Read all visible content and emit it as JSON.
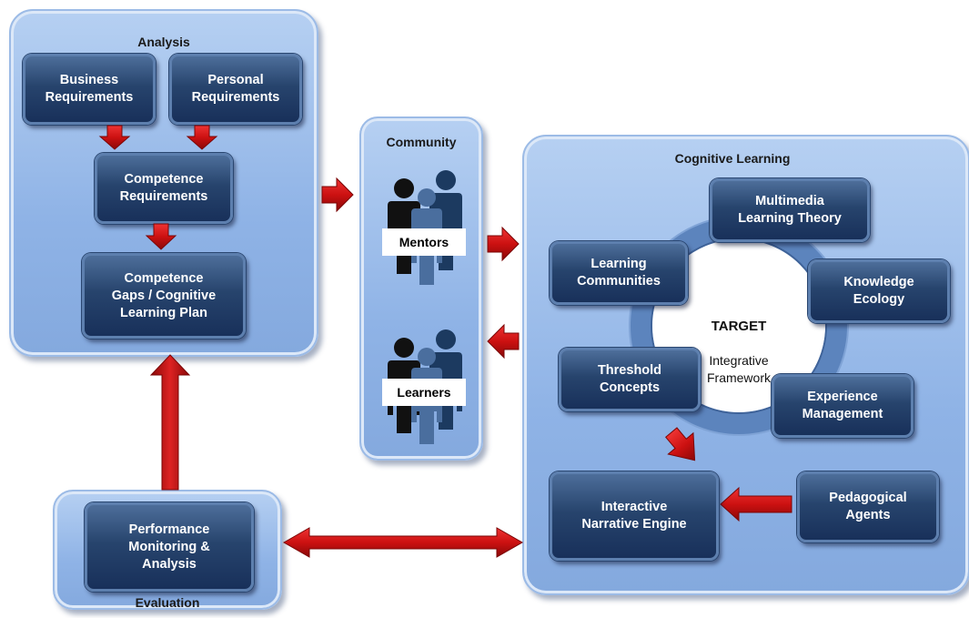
{
  "analysis": {
    "title": "Analysis",
    "business": "Business\nRequirements",
    "personal": "Personal\nRequirements",
    "competence_req": "Competence\nRequirements",
    "competence_gaps": "Competence\nGaps / Cognitive\nLearning Plan"
  },
  "community": {
    "title": "Community",
    "mentors": "Mentors",
    "learners": "Learners"
  },
  "cognitive": {
    "title": "Cognitive Learning",
    "center_line1": "TARGET",
    "center_line2": "Integrative\nFramework",
    "multimedia": "Multimedia\nLearning Theory",
    "communities": "Learning\nCommunities",
    "knowledge": "Knowledge\nEcology",
    "threshold": "Threshold\nConcepts",
    "experience": "Experience\nManagement",
    "engine": "Interactive\nNarrative Engine",
    "agents": "Pedagogical\nAgents"
  },
  "evaluation": {
    "title": "Evaluation",
    "performance": "Performance\nMonitoring &\nAnalysis"
  },
  "colors": {
    "panel": "#9bbbe8",
    "box": "#27446d",
    "arrow": "#cc1111",
    "ring": "#5c84bd"
  }
}
